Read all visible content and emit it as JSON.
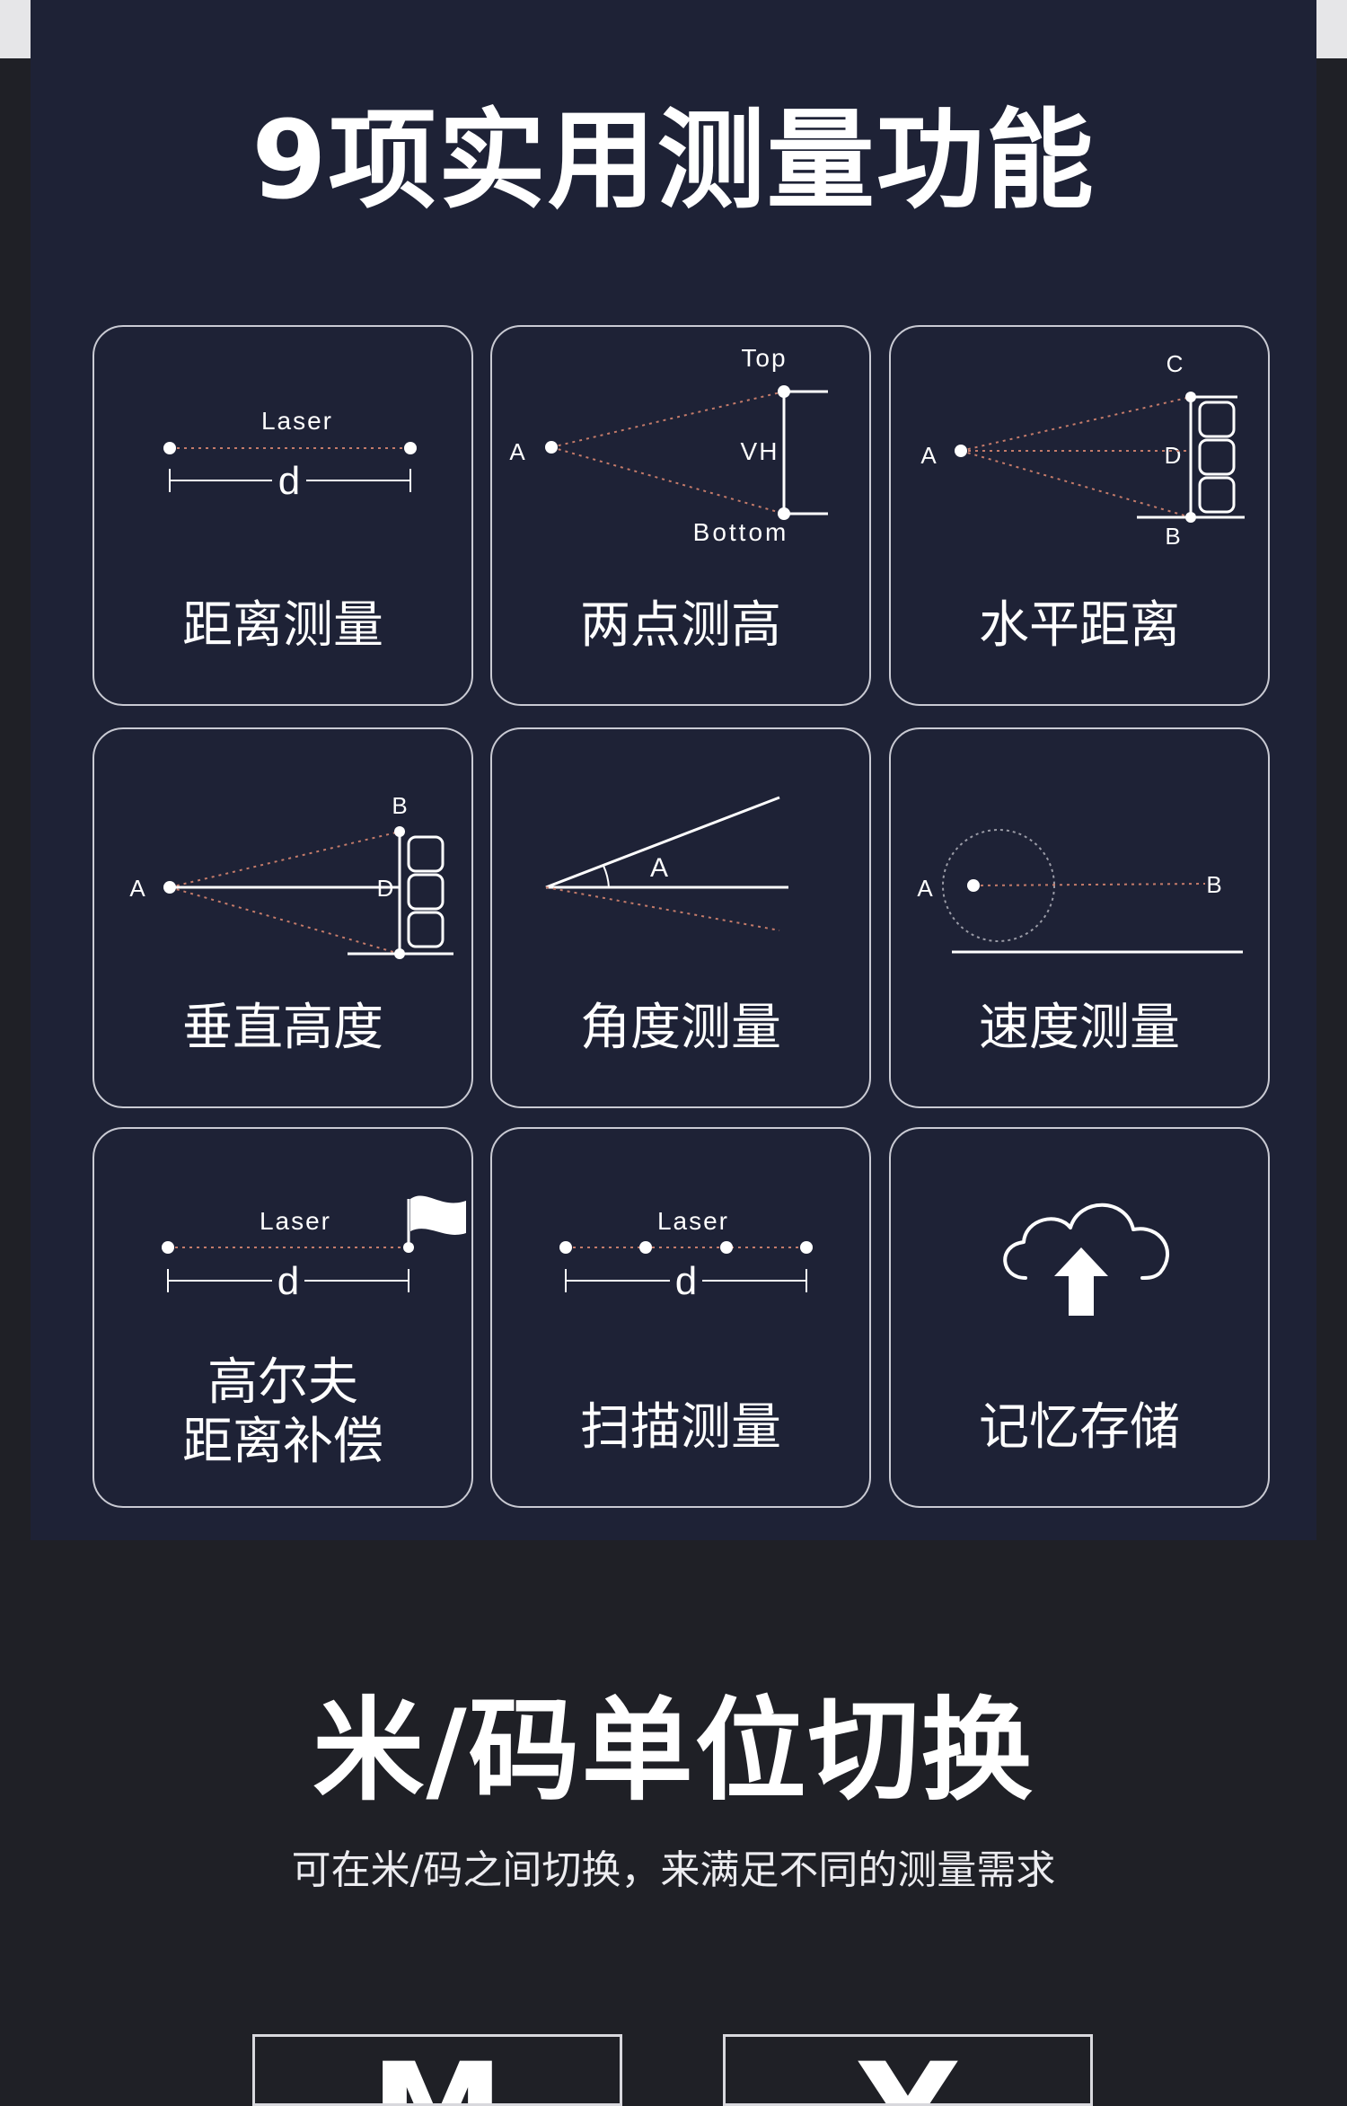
{
  "header": {
    "title": "9项实用测量功能"
  },
  "features": [
    {
      "label": "距离测量",
      "diagram": {
        "laser": "Laser",
        "d": "d"
      }
    },
    {
      "label": "两点测高",
      "diagram": {
        "top": "Top",
        "a": "A",
        "vh": "VH",
        "bottom": "Bottom"
      }
    },
    {
      "label": "水平距离",
      "diagram": {
        "c": "C",
        "a": "A",
        "d": "D",
        "b": "B"
      }
    },
    {
      "label": "垂直高度",
      "diagram": {
        "b": "B",
        "a": "A",
        "d": "D"
      }
    },
    {
      "label": "角度测量",
      "diagram": {
        "a": "A"
      }
    },
    {
      "label": "速度测量",
      "diagram": {
        "a": "A",
        "b": "B"
      }
    },
    {
      "label_line1": "高尔夫",
      "label_line2": "距离补偿",
      "diagram": {
        "laser": "Laser",
        "d": "d"
      }
    },
    {
      "label": "扫描测量",
      "diagram": {
        "laser": "Laser",
        "d": "d"
      }
    },
    {
      "label": "记忆存储",
      "icon": "cloud-upload-icon"
    }
  ],
  "units_section": {
    "title": "米/码单位切换",
    "subtitle": "可在米/码之间切换，来满足不同的测量需求",
    "units": [
      "M",
      "Y"
    ]
  },
  "colors": {
    "panel_bg": "#1e2236",
    "page_bg": "#1f2026",
    "laser_dotted": "#c47b6a",
    "card_border": "#c9cad3"
  }
}
